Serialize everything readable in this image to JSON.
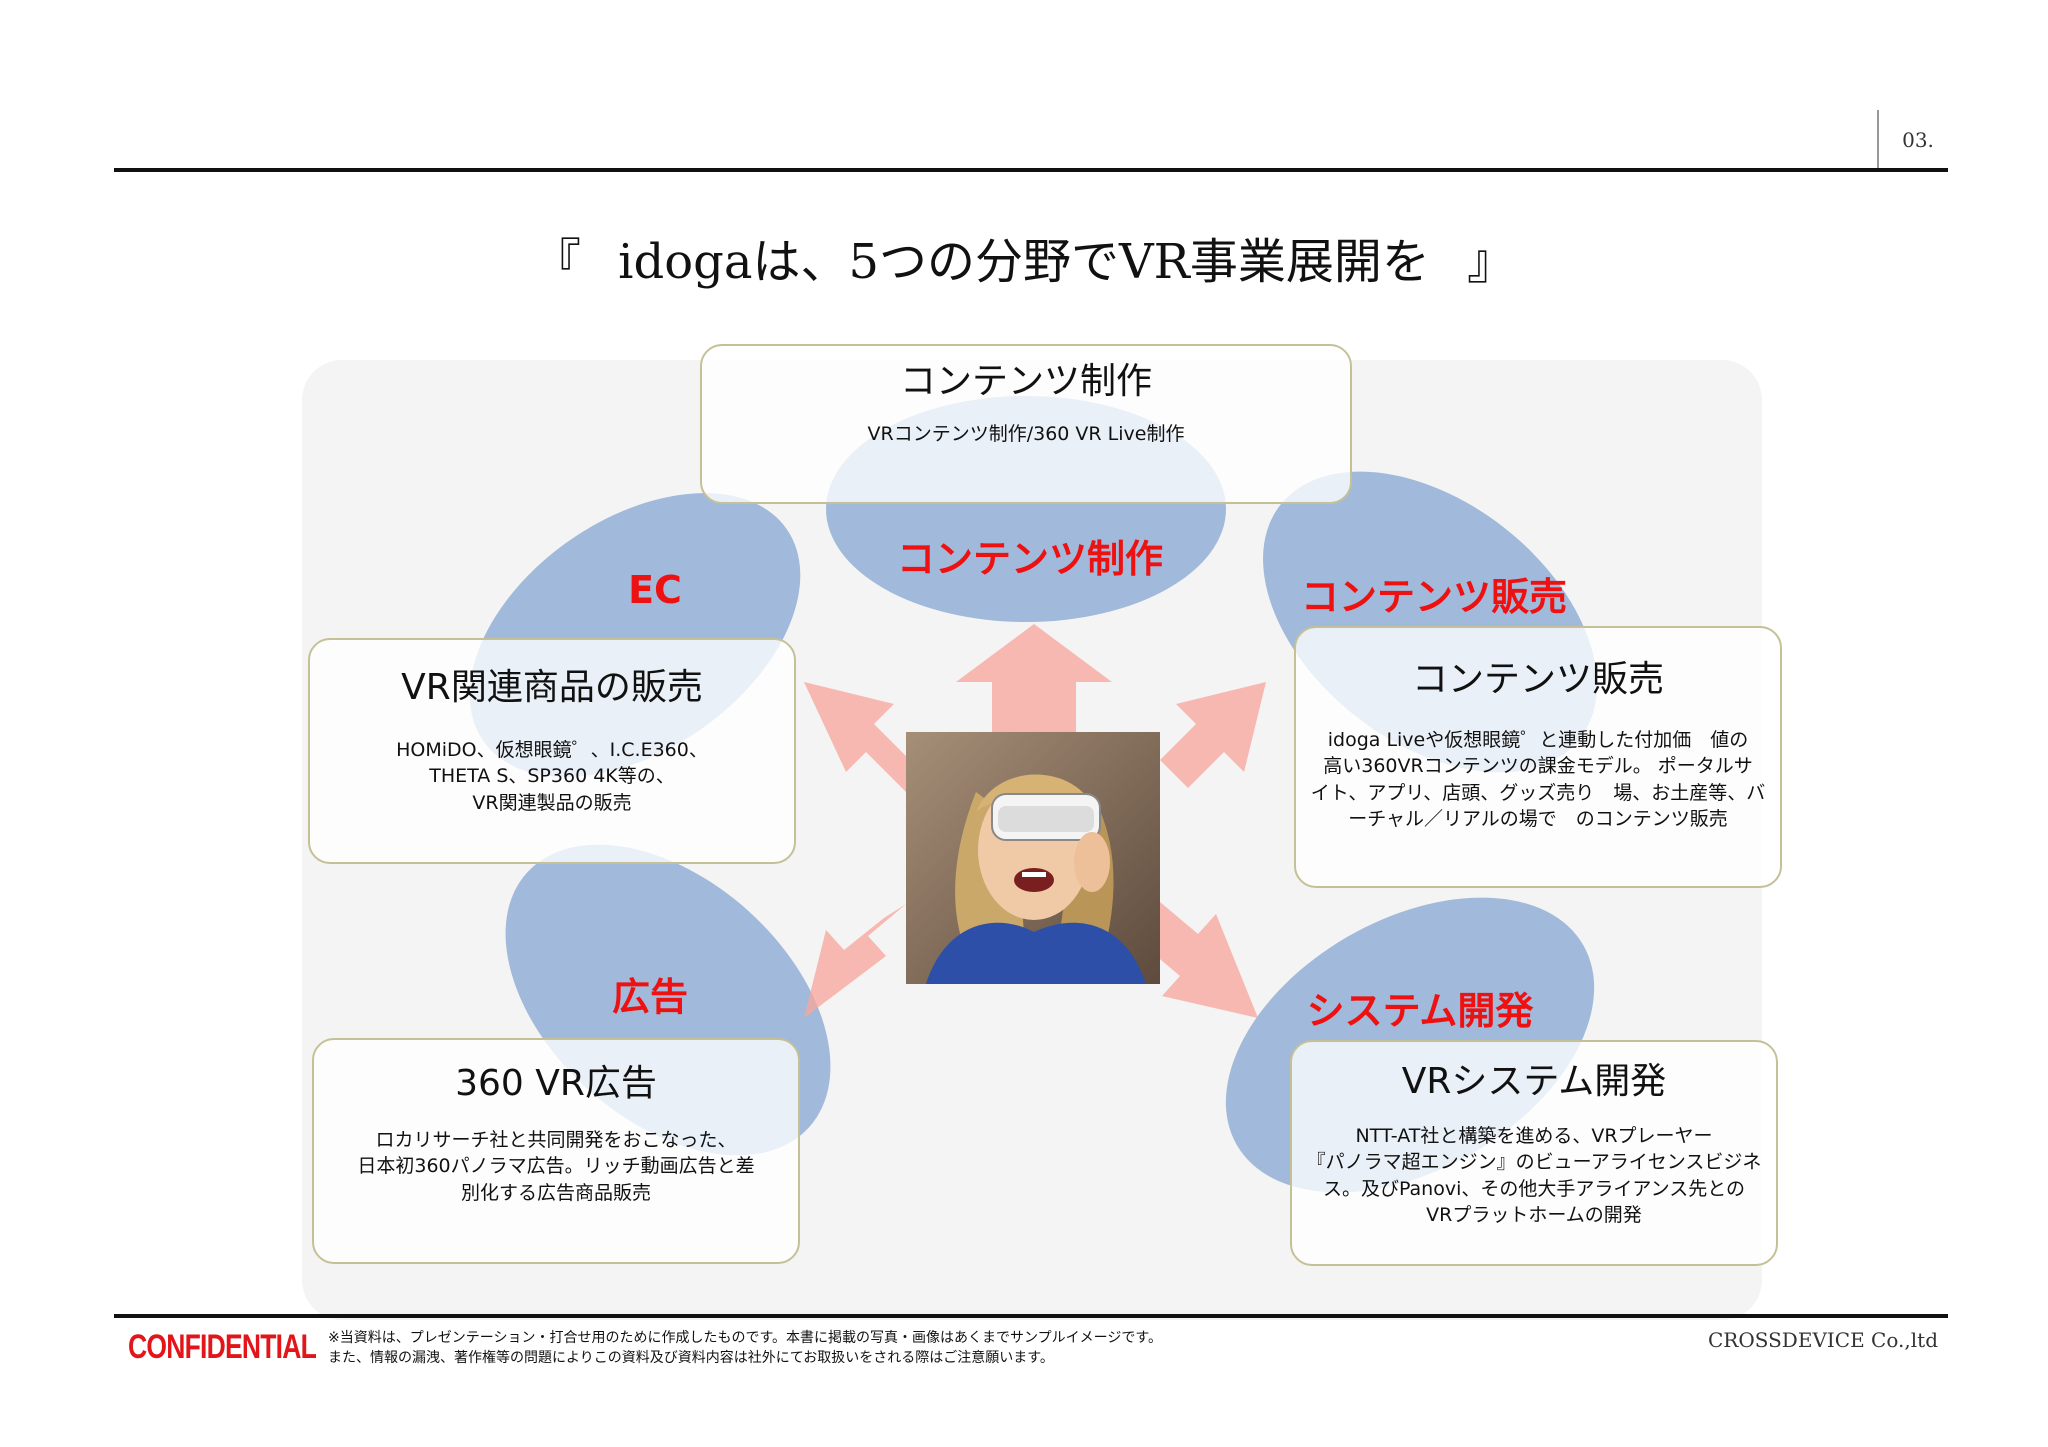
{
  "page_number": "03.",
  "title": {
    "open_bracket": "『",
    "text": "idogaは、5つの分野でVR事業展開を",
    "close_bracket": "』"
  },
  "center_image": "woman-wearing-vr-headset",
  "colors": {
    "accent_red": "#ee1111",
    "ellipse_blue": "#6e94c9",
    "arrow_pink": "#f6a79c",
    "box_border": "#c6c096"
  },
  "fields": {
    "content_production": {
      "label": "コンテンツ制作",
      "title": "コンテンツ制作",
      "body": [
        "VRコンテンツ制作/360 VR Live制作"
      ]
    },
    "ec": {
      "label": "EC",
      "title": "VR関連商品の販売",
      "body": [
        "HOMiDO、仮想眼鏡゜、I.C.E360、",
        "THETA S、SP360 4K等の、",
        "VR関連製品の販売"
      ]
    },
    "content_sales": {
      "label": "コンテンツ販売",
      "title": "コンテンツ販売",
      "body": [
        "idoga Liveや仮想眼鏡゜と連動した付加価　値の",
        "高い360VRコンテンツの課金モデル。 ポータルサ",
        "イト、アプリ、店頭、グッズ売り　場、お土産等、バ",
        "ーチャル／リアルの場で　のコンテンツ販売"
      ]
    },
    "advertising": {
      "label": "広告",
      "title": "360 VR広告",
      "body": [
        "ロカリサーチ社と共同開発をおこなった、",
        "日本初360パノラマ広告。リッチ動画広告と差",
        "別化する広告商品販売"
      ]
    },
    "system_dev": {
      "label": "システム開発",
      "title": "VRシステム開発",
      "body": [
        "NTT-AT社と構築を進める、VRプレーヤー",
        "『パノラマ超エンジン』のビューアライセンスビジネ",
        "ス。及びPanovi、その他大手アライアンス先との",
        "VRプラットホームの開発"
      ]
    }
  },
  "footer": {
    "confidential": "CONFIDENTIAL",
    "disclaimer_line1": "※当資料は、プレゼンテーション・打合せ用のために作成したものです。本書に掲載の写真・画像はあくまでサンプルイメージです。",
    "disclaimer_line2": "また、情報の漏洩、著作権等の問題によりこの資料及び資料内容は社外にてお取扱いをされる際はご注意願います。",
    "company": "CROSSDEVICE Co.,ltd"
  }
}
